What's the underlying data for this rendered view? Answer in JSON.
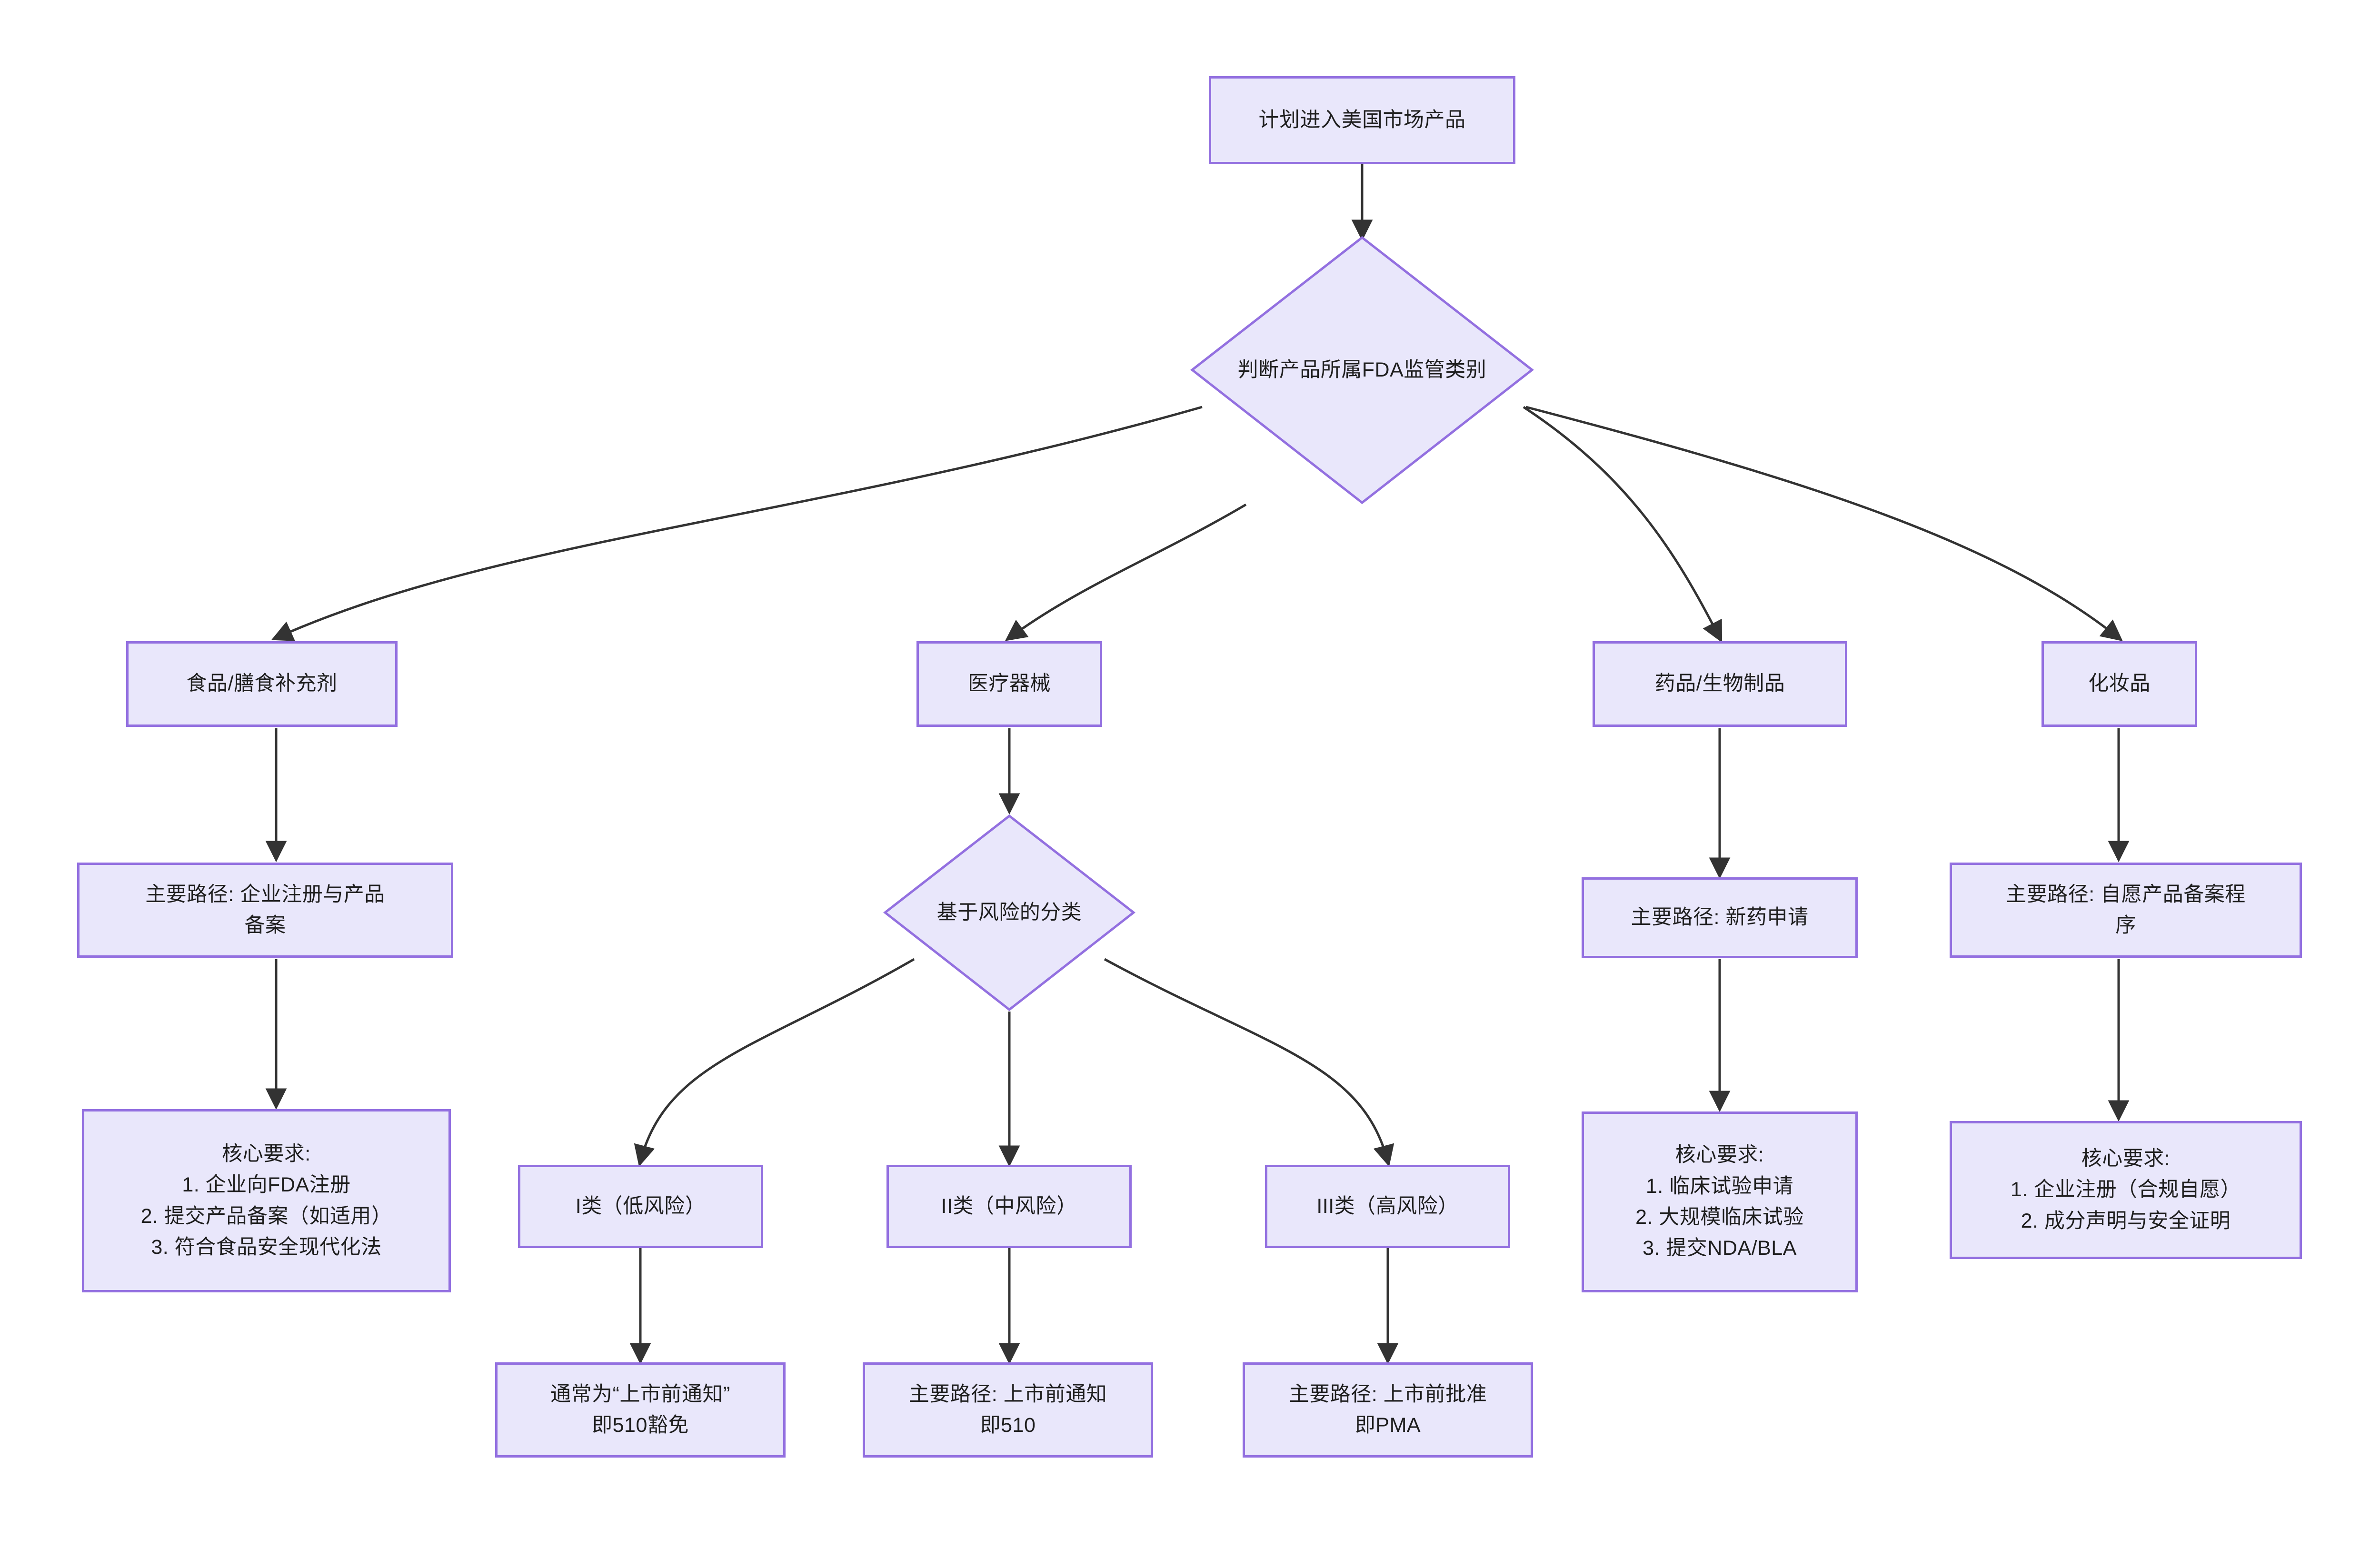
{
  "diagram": {
    "type": "flowchart",
    "title": "FDA 监管路径流程图",
    "theme": {
      "node_fill": "#e9e7fb",
      "node_border": "#9370e0",
      "text_color": "#1f1f1f",
      "edge_color": "#333333",
      "background": "#ffffff"
    },
    "nodes": {
      "root": "计划进入美国市场产品",
      "decision_category": "判断产品所属FDA监管类别",
      "cat_food": "食品/膳食补充剂",
      "cat_device": "医疗器械",
      "cat_drug": "药品/生物制品",
      "cat_cosmetic": "化妆品",
      "food_path": "主要路径: 企业注册与产品\n备案",
      "device_decision": "基于风险的分类",
      "drug_path": "主要路径: 新药申请",
      "cosmetic_path": "主要路径: 自愿产品备案程\n序",
      "food_req": "核心要求:\n1. 企业向FDA注册\n2. 提交产品备案（如适用）\n3. 符合食品安全现代化法",
      "drug_req": "核心要求:\n1. 临床试验申请\n2. 大规模临床试验\n3. 提交NDA/BLA",
      "cosmetic_req": "核心要求:\n1. 企业注册（合规自愿）\n2. 成分声明与安全证明",
      "class_1": "I类（低风险）",
      "class_2": "II类（中风险）",
      "class_3": "III类（高风险）",
      "class_1_path": "通常为“上市前通知”\n即510豁免",
      "class_2_path": "主要路径: 上市前通知\n即510",
      "class_3_path": "主要路径: 上市前批准\n即PMA"
    },
    "edges": [
      {
        "from": "root",
        "to": "decision_category"
      },
      {
        "from": "decision_category",
        "to": "cat_food"
      },
      {
        "from": "decision_category",
        "to": "cat_device"
      },
      {
        "from": "decision_category",
        "to": "cat_drug"
      },
      {
        "from": "decision_category",
        "to": "cat_cosmetic"
      },
      {
        "from": "cat_food",
        "to": "food_path"
      },
      {
        "from": "food_path",
        "to": "food_req"
      },
      {
        "from": "cat_device",
        "to": "device_decision"
      },
      {
        "from": "device_decision",
        "to": "class_1"
      },
      {
        "from": "device_decision",
        "to": "class_2"
      },
      {
        "from": "device_decision",
        "to": "class_3"
      },
      {
        "from": "class_1",
        "to": "class_1_path"
      },
      {
        "from": "class_2",
        "to": "class_2_path"
      },
      {
        "from": "class_3",
        "to": "class_3_path"
      },
      {
        "from": "cat_drug",
        "to": "drug_path"
      },
      {
        "from": "drug_path",
        "to": "drug_req"
      },
      {
        "from": "cat_cosmetic",
        "to": "cosmetic_path"
      },
      {
        "from": "cosmetic_path",
        "to": "cosmetic_req"
      }
    ]
  }
}
